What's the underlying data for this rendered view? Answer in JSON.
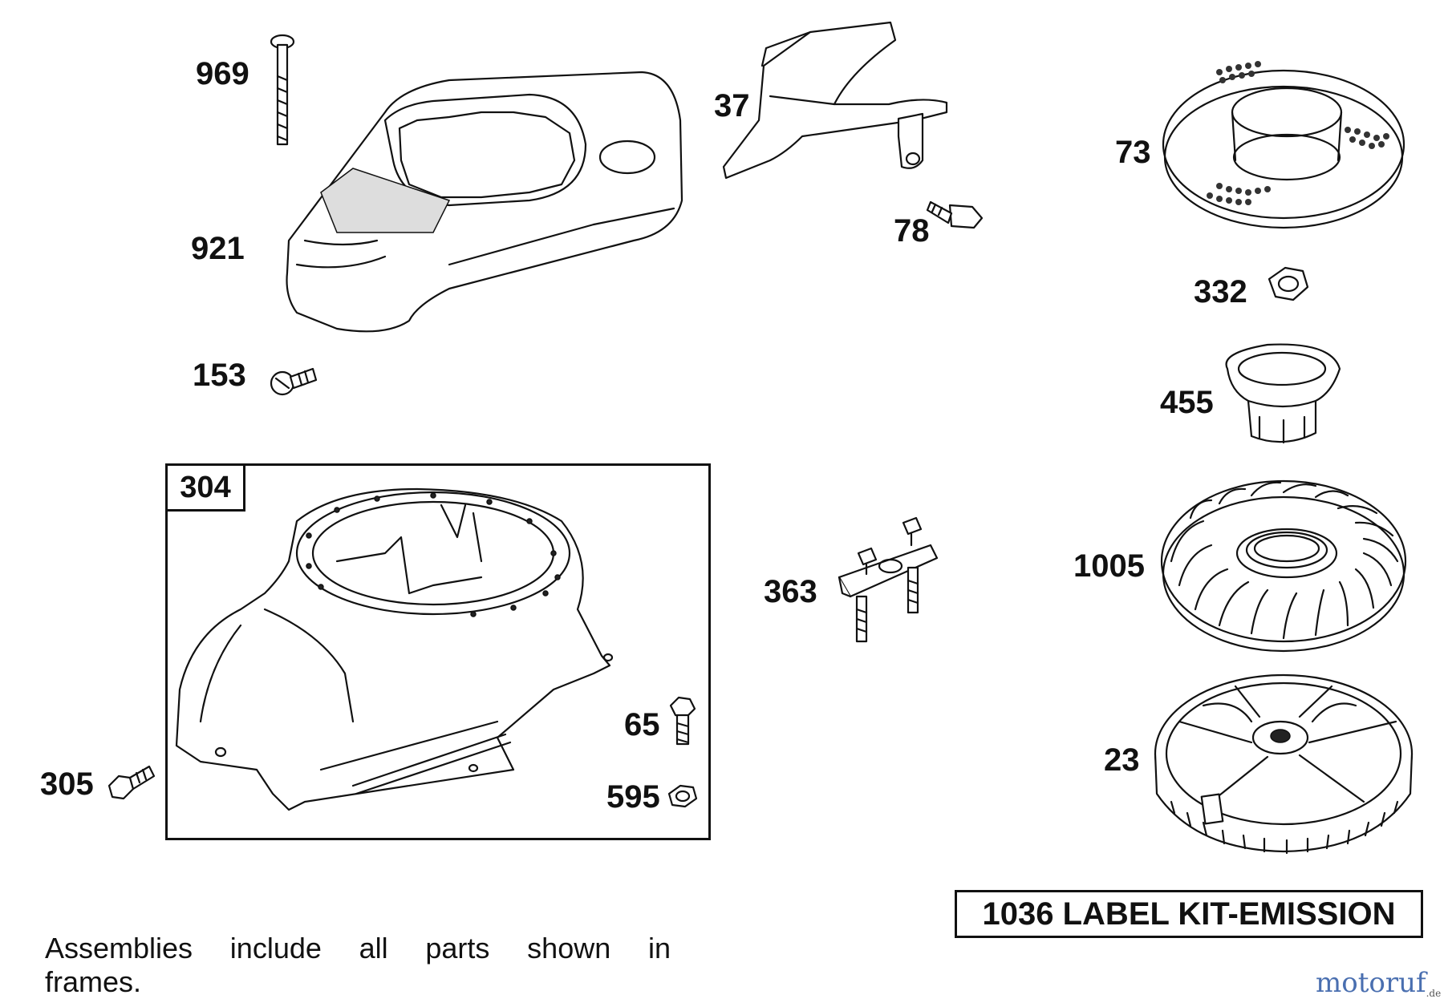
{
  "parts": {
    "p969": "969",
    "p921": "921",
    "p153": "153",
    "p37": "37",
    "p78": "78",
    "p73": "73",
    "p332": "332",
    "p455": "455",
    "p304": "304",
    "p363": "363",
    "p1005": "1005",
    "p65": "65",
    "p595": "595",
    "p305": "305",
    "p23": "23"
  },
  "kit_label": "1036 LABEL KIT-EMISSION",
  "note": {
    "words_line1": [
      "Assemblies",
      "include",
      "all",
      "parts",
      "shown",
      "in"
    ],
    "line2": "frames."
  },
  "watermark": {
    "text": "motoruf",
    "suffix": ".de"
  },
  "colors": {
    "ink": "#111111",
    "watermark": "#4a6fb0"
  }
}
